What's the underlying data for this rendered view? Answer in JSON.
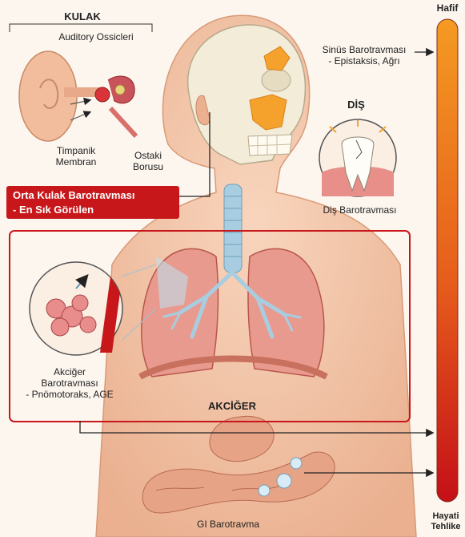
{
  "scale": {
    "top": "Hafif",
    "bottom_line1": "Hayati",
    "bottom_line2": "Tehlike",
    "color_top": "#f49a22",
    "color_bottom": "#c40f17"
  },
  "ear": {
    "title": "KULAK",
    "ossicles": "Auditory Ossicleri",
    "tympanic": "Timpanik Membran",
    "eustachian": "Ostaki Borusu",
    "callout_line1": "Orta Kulak Barotravması",
    "callout_line2": "- En Sık Görülen"
  },
  "sinus": {
    "line1": "Sinüs Barotravması",
    "line2": "- Epistaksis, Ağrı"
  },
  "tooth": {
    "title": "DİŞ",
    "caption": "Diş Barotravması"
  },
  "lung": {
    "caption_line1": "Akciğer",
    "caption_line2": "Barotravması",
    "caption_line3": "- Pnömotoraks, AGE",
    "title": "AKCİĞER",
    "frame_color": "#c8171b"
  },
  "gi": {
    "caption": "GI Barotravma"
  },
  "colors": {
    "skin": "#f4c9ac",
    "skin_shade": "#e8ab88",
    "lung": "#e99a8e",
    "airway": "#a8cde0",
    "sinus": "#f5a22c",
    "accent_red": "#c8171b"
  }
}
